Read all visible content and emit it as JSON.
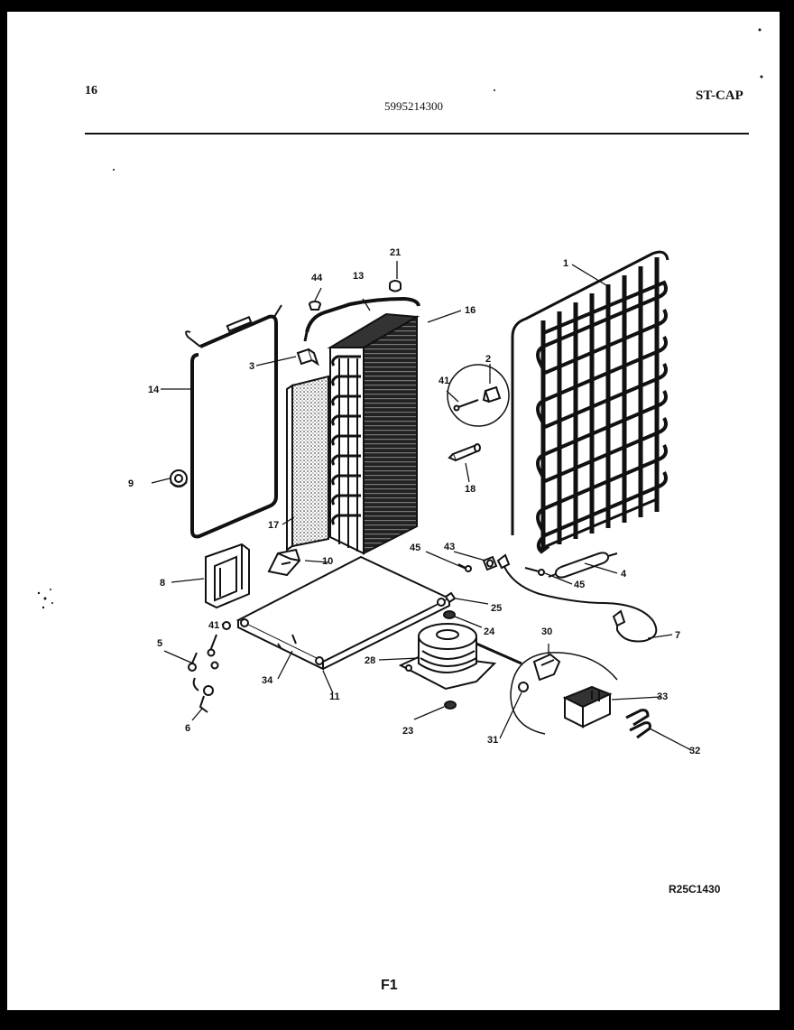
{
  "header": {
    "page_number": "16",
    "part_number": "5995214300",
    "model_code": "ST-CAP"
  },
  "diagram": {
    "callouts": [
      "1",
      "2",
      "3",
      "4",
      "5",
      "6",
      "7",
      "8",
      "9",
      "10",
      "11",
      "13",
      "14",
      "16",
      "17",
      "18",
      "21",
      "23",
      "24",
      "25",
      "28",
      "30",
      "31",
      "32",
      "33",
      "34",
      "41",
      "41",
      "43",
      "44",
      "45",
      "45"
    ]
  },
  "footer": {
    "drawing_ref": "R25C1430",
    "figure_label": "F1"
  }
}
